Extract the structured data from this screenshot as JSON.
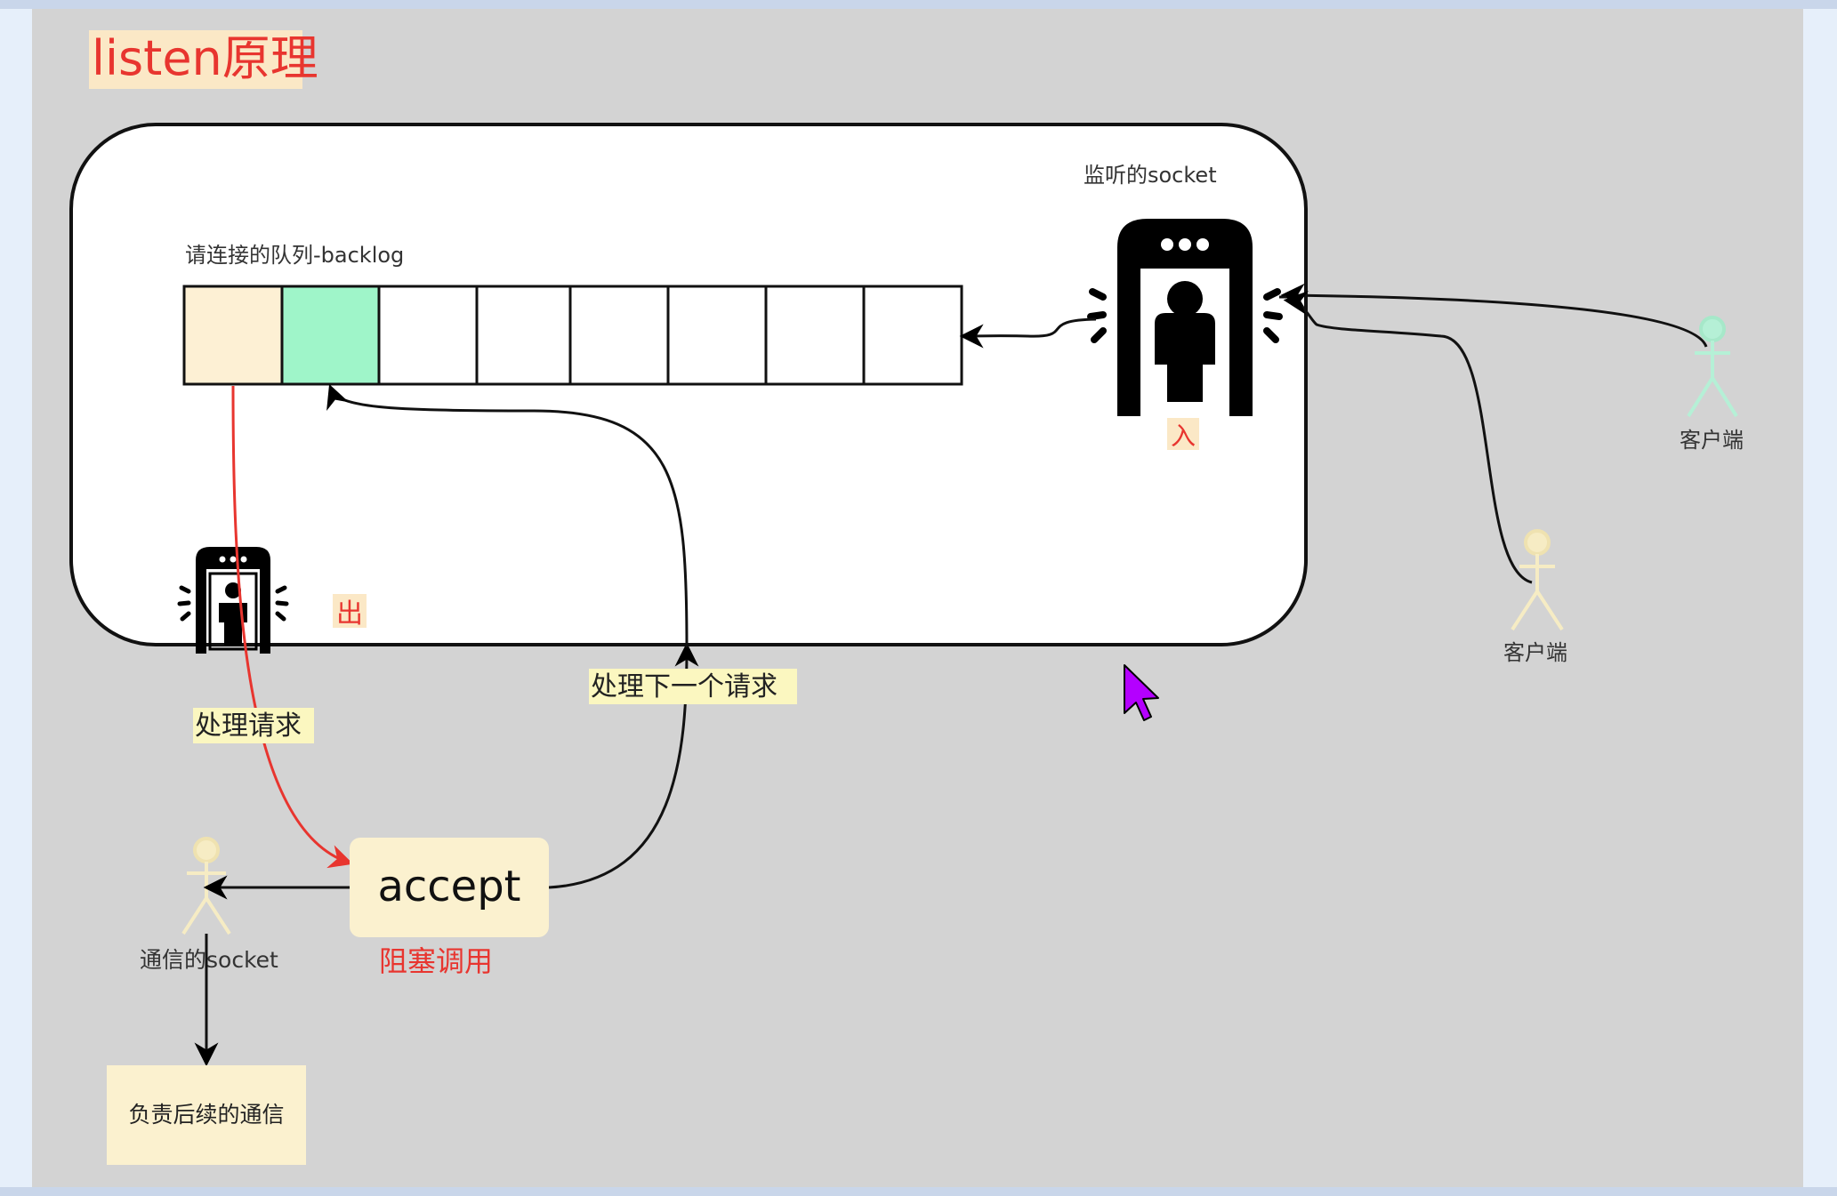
{
  "title": "listen原理",
  "listening_socket_label": "监听的socket",
  "queue_label": "请连接的队列-backlog",
  "entry_label": "入",
  "exit_label": "出",
  "client_right_label": "客户端",
  "client_middle_label": "客户端",
  "next_request_label": "处理下一个请求",
  "handle_request_label": "处理请求",
  "accept_label": "accept",
  "blocking_call_label": "阻塞调用",
  "comm_socket_label": "通信的socket",
  "followup_comm_label": "负责后续的通信",
  "colors": {
    "title_red": "#e8352f",
    "title_bg": "#fbe8c6",
    "queue_first": "#fdf0d4",
    "queue_second": "#9ff5c9",
    "note_yellow": "#fbf1cf",
    "label_bg": "#fbf7c0",
    "client_green": "#b5f0d6",
    "client_beige": "#f6ecc4",
    "cursor": "#b400ff"
  }
}
